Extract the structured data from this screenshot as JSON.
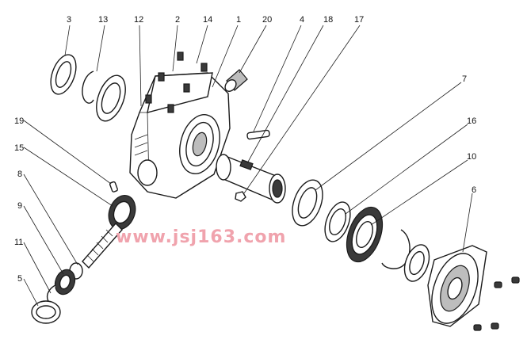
{
  "watermark": "www.jsj163.com",
  "callouts": [
    {
      "id": "3",
      "text": "3"
    },
    {
      "id": "13",
      "text": "13"
    },
    {
      "id": "12",
      "text": "12"
    },
    {
      "id": "2",
      "text": "2"
    },
    {
      "id": "14",
      "text": "14"
    },
    {
      "id": "1",
      "text": "1"
    },
    {
      "id": "20",
      "text": "20"
    },
    {
      "id": "4",
      "text": "4"
    },
    {
      "id": "18",
      "text": "18"
    },
    {
      "id": "17",
      "text": "17"
    },
    {
      "id": "7",
      "text": "7"
    },
    {
      "id": "16",
      "text": "16"
    },
    {
      "id": "10",
      "text": "10"
    },
    {
      "id": "6",
      "text": "6"
    },
    {
      "id": "19",
      "text": "19"
    },
    {
      "id": "15",
      "text": "15"
    },
    {
      "id": "8",
      "text": "8"
    },
    {
      "id": "9",
      "text": "9"
    },
    {
      "id": "11",
      "text": "11"
    },
    {
      "id": "5",
      "text": "5"
    }
  ]
}
